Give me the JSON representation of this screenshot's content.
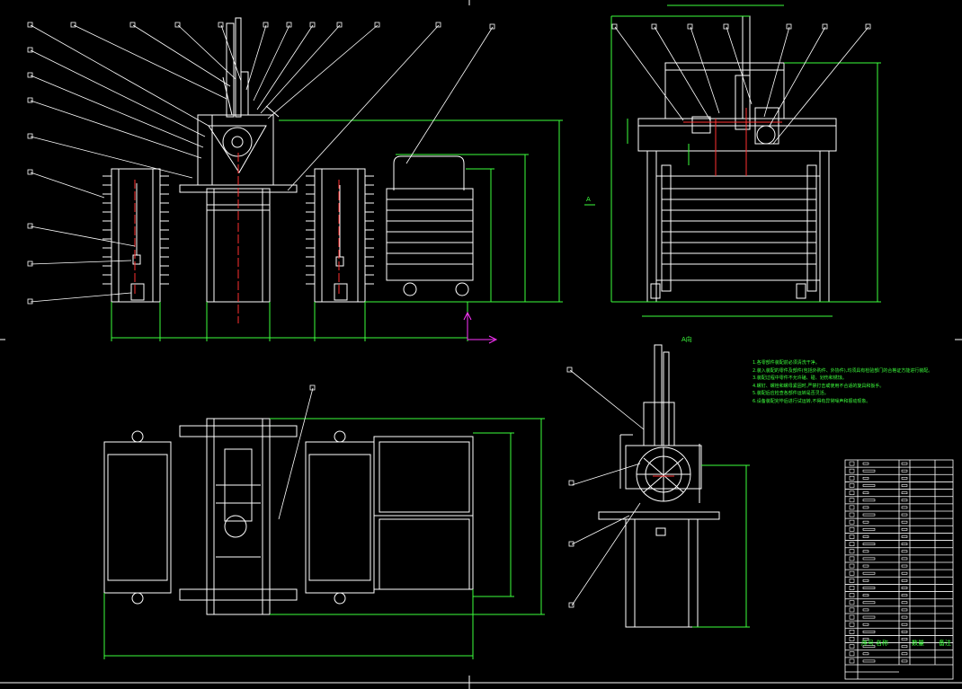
{
  "drawing": {
    "view_label_a": "A",
    "view_label_a_direction": "A向",
    "colors": {
      "background": "#000000",
      "geometry": "#ffffff",
      "dimension": "#3cff3c",
      "centerline": "#ff3030",
      "axis": "#ff33ff"
    }
  },
  "technical_notes": [
    "1.各零部件装配前必须清洗干净。",
    "2.装入装配的零件及部件(包括外购件、外协件),均须具有检验部门的合格证方能进行装配。",
    "3.装配过程中零件不允许磕、碰、划伤和锈蚀。",
    "4.螺钉、螺栓和螺母紧固时,严禁打击或使用不合适的旋具和扳手。",
    "5.装配后应检查各部件运转是否灵活。",
    "6.设备装配完毕后进行试运转,不得有异常噪声和振动现象。"
  ],
  "title_block": {
    "rows": 28,
    "footer_labels": [
      "序号",
      "名称",
      "数量",
      "备注"
    ]
  }
}
